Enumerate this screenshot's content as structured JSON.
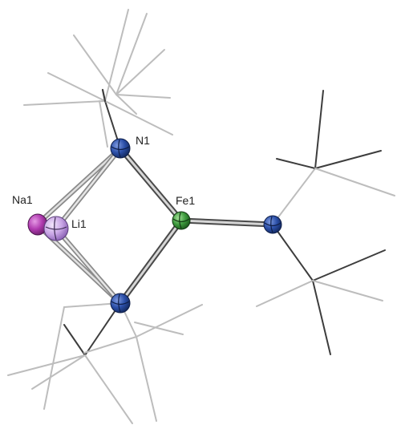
{
  "labels": {
    "n1": "N1",
    "fe1": "Fe1",
    "na1": "Na1",
    "li1": "Li1"
  },
  "colors": {
    "background": "#ffffff",
    "nitrogen": "#2b4fa8",
    "iron": "#3d9a3d",
    "sodium": "#b03ab0",
    "lithium": "#c9a6e6",
    "bond_light": "#b8b8b8",
    "bond_dark": "#4a4a4a",
    "wire_light": "#bdbdbd",
    "wire_dark": "#3d3d3d"
  }
}
